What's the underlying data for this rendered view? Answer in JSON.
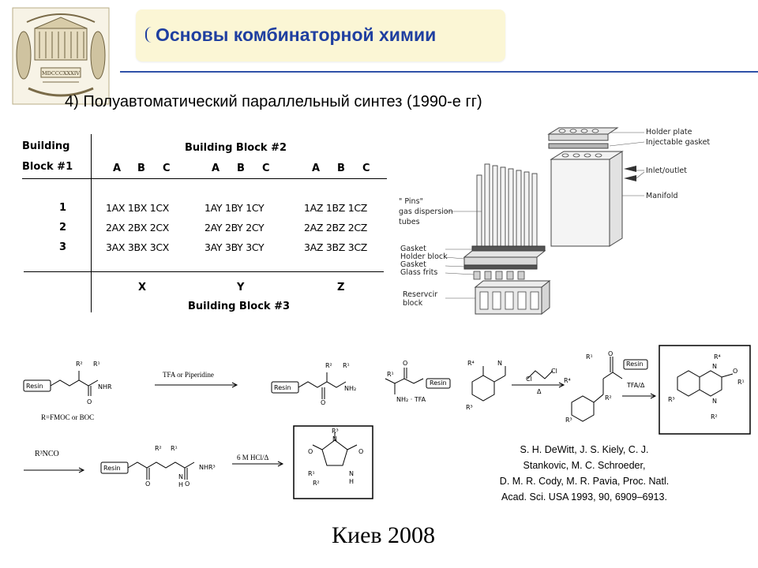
{
  "header": {
    "title": "Основы комбинаторной химии"
  },
  "subtitle": "4) Полуавтоматический параллельный синтез (1990-е гг)",
  "emblem": {
    "year": "MDCCCXXXIV"
  },
  "table": {
    "building_label": "Building",
    "block1_label": "Block   #1",
    "block2_label": "Building   Block   #2",
    "block3_label": "Building   Block   #3",
    "col_letters": [
      "A",
      "B",
      "C"
    ],
    "group_letters": [
      "X",
      "Y",
      "Z"
    ],
    "row_indices": [
      "1",
      "2",
      "3"
    ],
    "rows": [
      [
        "1AX 1BX 1CX",
        "1AY 1BY 1CY",
        "1AZ 1BZ 1CZ"
      ],
      [
        "2AX 2BX 2CX",
        "2AY 2BY 2CY",
        "2AZ 2BZ 2CZ"
      ],
      [
        "3AX 3BX 3CX",
        "3AY 3BY 3CY",
        "3AZ 3BZ 3CZ"
      ]
    ]
  },
  "apparatus": {
    "labels": {
      "holder_plate": "Holder plate",
      "injectable_gasket": "Injectable gasket",
      "inlet_outlet": "Inlet/outlet",
      "manifold": "Manifold",
      "pins_1": "\" Pins\"",
      "pins_2": "gas dispersion",
      "pins_3": "tubes",
      "gasket_1": "Gasket",
      "holder_block": "Holder block",
      "gasket_2": "Gasket",
      "glass_frits": "Glass frits",
      "reservoir_1": "Reservcir",
      "reservoir_2": "block"
    }
  },
  "chemistry": {
    "resin": "Resin",
    "r_fmoc": "R=FMOC or BOC",
    "tfa_or_piperidine": "TFA or Piperidine",
    "r3nco": "R³NCO",
    "hcl_reagent": "6 M HCl/Δ",
    "tfa_delta": "TFA/Δ",
    "nhr": "NHR",
    "nh2": "NH₂",
    "nh2_tfa": "NH₂ · TFA",
    "nhr3": "NHR³",
    "r1": "R¹",
    "r2": "R²",
    "r3": "R³",
    "r4": "R⁴",
    "n": "N",
    "h": "H",
    "o": "O",
    "cl": "Cl",
    "delta": "Δ"
  },
  "citation": {
    "lines": [
      "S. H. DeWitt, J. S. Kiely, C. J.",
      "Stankovic, M. C. Schroeder,",
      "D. M. R. Cody, M. R. Pavia, Proc. Natl.",
      "Acad. Sci. USA 1993, 90, 6909–6913."
    ]
  },
  "footer": "Киев 2008"
}
